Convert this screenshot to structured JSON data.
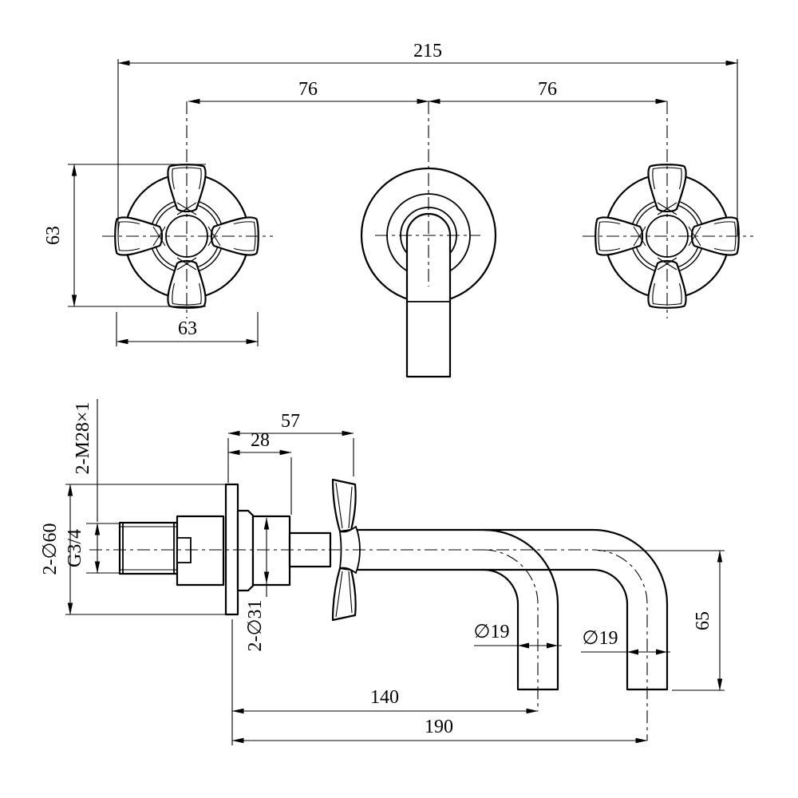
{
  "front_view": {
    "dim_overall_width": "215",
    "dim_pitch_left": "76",
    "dim_pitch_right": "76",
    "dim_handle_height": "63",
    "dim_handle_width": "63"
  },
  "side_view": {
    "dim_handle_projection": "57",
    "dim_body_projection": "28",
    "dim_valve_thread": "2-M28×1",
    "dim_escutcheon_dia": "2-∅60",
    "dim_inlet_thread": "G3/4",
    "dim_body_dia": "2-∅31",
    "dim_spout_dia_short": "∅19",
    "dim_spout_dia_long": "∅19",
    "dim_reach_short": "140",
    "dim_reach_long": "190",
    "dim_drop": "65"
  },
  "colors": {
    "line": "#000000",
    "background": "#ffffff"
  }
}
